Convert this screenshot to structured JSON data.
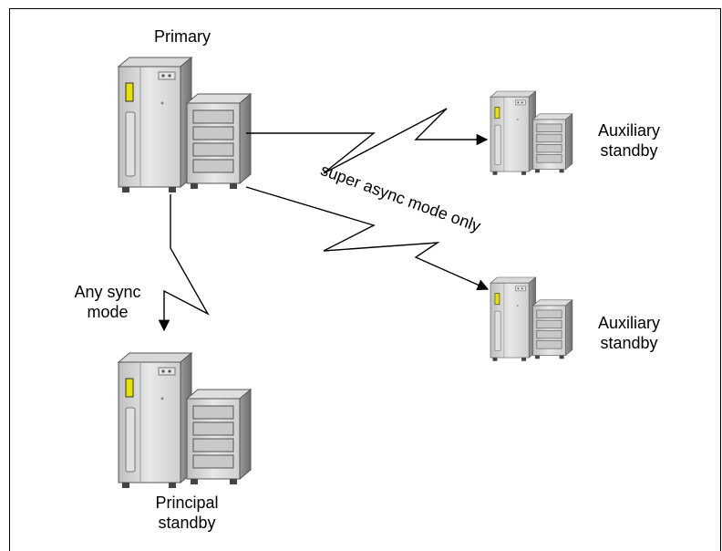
{
  "nodes": {
    "primary": {
      "label": "Primary"
    },
    "principal_standby": {
      "label_line1": "Principal",
      "label_line2": "standby"
    },
    "auxiliary_standby_1": {
      "label_line1": "Auxiliary",
      "label_line2": "standby"
    },
    "auxiliary_standby_2": {
      "label_line1": "Auxiliary",
      "label_line2": "standby"
    }
  },
  "edges": {
    "sync": {
      "label_line1": "Any sync",
      "label_line2": "mode"
    },
    "async": {
      "label": "super async mode only"
    }
  }
}
